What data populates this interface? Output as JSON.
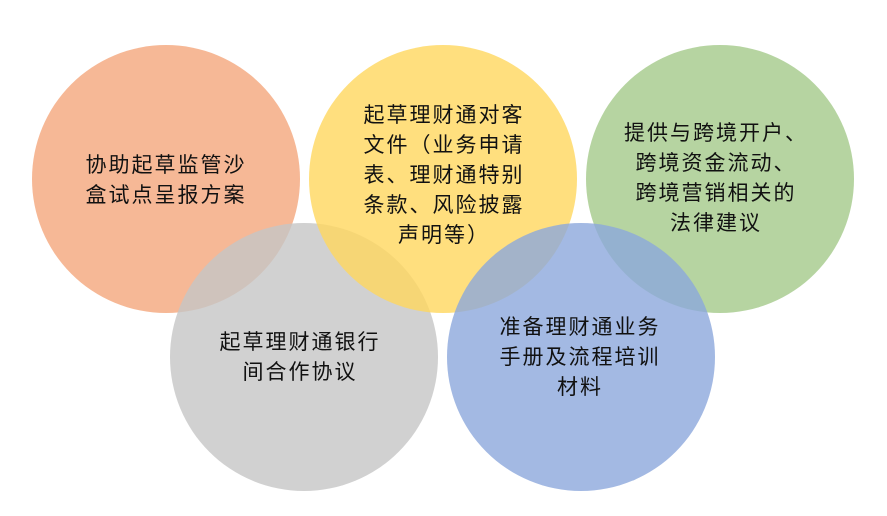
{
  "diagram": {
    "nodes": [
      {
        "id": "orange",
        "color": "#f4a67c",
        "lines": [
          "协助起草监管沙",
          "盒试点呈报方案"
        ]
      },
      {
        "id": "yellow",
        "color": "#ffd75e",
        "lines": [
          "起草理财通对客",
          "文件（业务申请",
          "表、理财通特别",
          "条款、风险披露",
          "声明等）"
        ]
      },
      {
        "id": "green",
        "color": "#a4c98a",
        "lines": [
          "提供与跨境开户、",
          "跨境资金流动、",
          "跨境营销相关的",
          "法律建议"
        ]
      },
      {
        "id": "gray",
        "color": "#c6c6c6",
        "lines": [
          "起草理财通银行",
          "间合作协议"
        ]
      },
      {
        "id": "blue",
        "color": "#8ca8dc",
        "lines": [
          "准备理财通业务",
          "手册及流程培训",
          "材料"
        ]
      }
    ]
  }
}
